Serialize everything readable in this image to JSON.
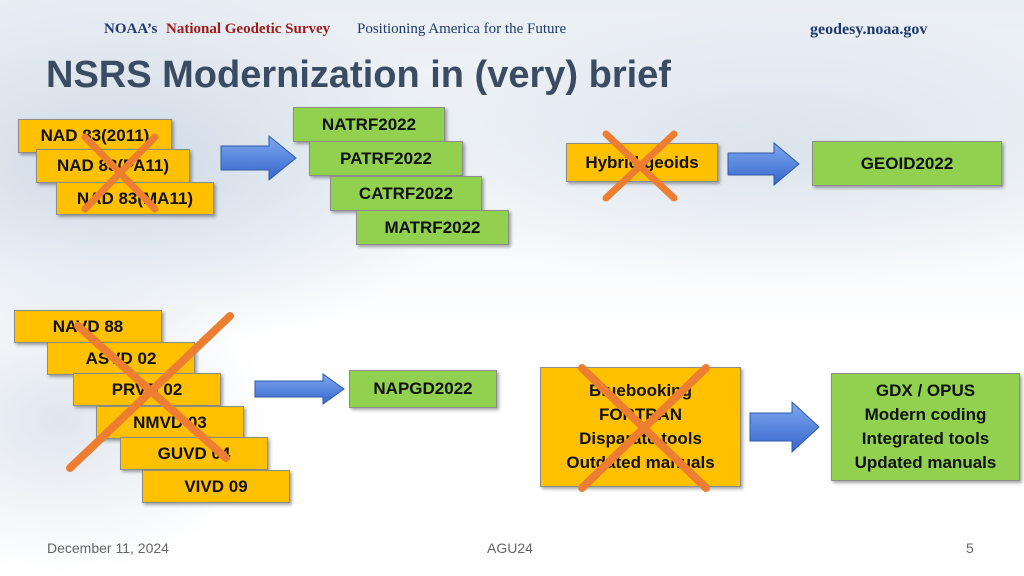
{
  "header": {
    "org_prefix": "NOAA’s",
    "org_name": "National Geodetic Survey",
    "tagline": "Positioning America for the Future",
    "website": "geodesy.noaa.gov"
  },
  "title": "NSRS Modernization in (very) brief",
  "row1": {
    "legacy_frames": [
      "NAD 83(2011)",
      "NAD 83(PA11)",
      "NAD 83(MA11)"
    ],
    "new_frames": [
      "NATRF2022",
      "PATRF2022",
      "CATRF2022",
      "MATRF2022"
    ],
    "legacy_geoid": "Hybrid geoids",
    "new_geoid": "GEOID2022"
  },
  "row2": {
    "legacy_datums": [
      "NAVD 88",
      "ASVD 02",
      "PRVD 02",
      "NMVD 03",
      "GUVD 04",
      "VIVD 09"
    ],
    "new_datum": "NAPGD2022",
    "legacy_tools": [
      "Bluebooking",
      "FORTRAN",
      "Disparate tools",
      "Outdated manuals"
    ],
    "new_tools": [
      "GDX / OPUS",
      "Modern coding",
      "Integrated tools",
      "Updated manuals"
    ]
  },
  "colors": {
    "legacy_fill": "#ffc000",
    "new_fill": "#92d050",
    "arrow": "#4a7fe0",
    "cross": "#ed7d31",
    "title": "#3a4b62"
  },
  "footer": {
    "date": "December 11, 2024",
    "event": "AGU24",
    "page_number": "5"
  }
}
